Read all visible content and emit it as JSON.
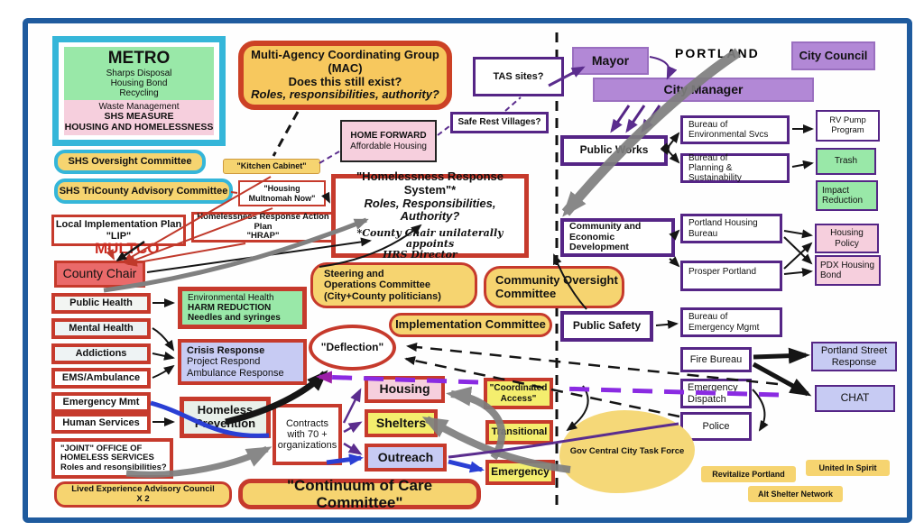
{
  "colors": {
    "outer_border": "#1f5b9e",
    "red_border": "#c63a2c",
    "cyan_border": "#35b6d9",
    "purple_border": "#552586",
    "purple_fill": "#b288d6",
    "gold_fill": "#f6d470",
    "bright_yellow": "#f4ee6e",
    "green_fill": "#99e8a8",
    "pink_fill": "#f6cfdd",
    "periwinkle_fill": "#c7cbf3",
    "multco_red": "#cc2b20"
  },
  "region_labels": {
    "multco": "MULTCO",
    "portland": "PORTLAND"
  },
  "metro": {
    "title": "METRO",
    "green_lines": [
      "Sharps Disposal",
      "Housing Bond",
      "Recycling"
    ],
    "pink_lines": [
      "Waste Management",
      "SHS MEASURE",
      "HOUSING AND HOMELESSNESS"
    ]
  },
  "nodes": {
    "shs_oversight": "SHS Oversight Committee",
    "shs_tricounty": "SHS TriCounty Advisory Committee",
    "kitchen_cabinet": "\"Kitchen Cabinet\"",
    "housing_multnomah": {
      "l1": "\"Housing",
      "l2": "Multnomah Now\""
    },
    "mac": {
      "l1": "Multi-Agency Coordinating Group",
      "l2": "(MAC)",
      "l3": "Does this still exist?",
      "l4": "Roles, responsibilities, authority?"
    },
    "home_forward": {
      "l1": "HOME FORWARD",
      "l2": "Affordable Housing"
    },
    "safe_rest": "Safe Rest Villages?",
    "tas_sites": "TAS sites?",
    "lip": {
      "l1": "Local Implementation Plan",
      "l2": "\"LIP\""
    },
    "hrap": {
      "l1": "Homelessness Response Action Plan",
      "l2": "\"HRAP\""
    },
    "hrs": {
      "l1": "\"Homelessness Response System\"*",
      "l2": "Roles, Responsibilities, Authority?",
      "l3": "*County Chair unilaterally appoints",
      "l4": "HRS Director"
    },
    "county_chair": "County Chair",
    "public_health": "Public Health",
    "mental_health": "Mental Health",
    "addictions": "Addictions",
    "ems": "EMS/Ambulance",
    "emergency_mmt": "Emergency Mmt",
    "human_services": "Human Services",
    "env_health": {
      "l1": "Environmental Health",
      "l2": "HARM  REDUCTION",
      "l3": "Needles and syringes"
    },
    "crisis": {
      "l1": "Crisis Response",
      "l2": "Project Respond",
      "l3": "Ambulance Response"
    },
    "homeless_prevention": {
      "l1": "Homeless",
      "l2": "Prevention"
    },
    "joint_office": {
      "l1": "\"JOINT\" OFFICE OF",
      "l2": "HOMELESS SERVICES",
      "l3": "Roles and resonsibilities?"
    },
    "lived_exp": {
      "l1": "Lived Experience Advisory Council",
      "l2": "X 2"
    },
    "continuum": "\"Continuum of Care Committee\"",
    "contracts": {
      "l1": "Contracts",
      "l2": "with  70 +",
      "l3": "organizations"
    },
    "deflection": "\"Deflection\"",
    "housing": "Housing",
    "shelters": "Shelters",
    "outreach": "Outreach",
    "steering": {
      "l1": "Steering and",
      "l2": "Operations Committee",
      "l3": "(City+County politicians)"
    },
    "community_oversight": {
      "l1": "Community Oversight",
      "l2": "Committee"
    },
    "implementation": "Implementation Committee",
    "coordinated_access": {
      "l1": "\"Coordinated",
      "l2": "Access\""
    },
    "transitional": "Transitional",
    "emergency": "Emergency",
    "mayor": "Mayor",
    "city_council": "City Council",
    "city_manager": "City Manager",
    "public_works": "Public Works",
    "bes": {
      "l1": "Bureau of",
      "l2": "Environmental Svcs"
    },
    "bps": {
      "l1": "Bureau of",
      "l2": "Planning & Sustainability"
    },
    "rv_pump": {
      "l1": "RV Pump",
      "l2": "Program"
    },
    "trash": "Trash",
    "impact": {
      "l1": "Impact",
      "l2": "Reduction"
    },
    "ced": {
      "l1": "Community and",
      "l2": "Economic Development"
    },
    "phb": {
      "l1": "Portland Housing",
      "l2": "Bureau"
    },
    "prosper": "Prosper Portland",
    "housing_policy": {
      "l1": "Housing",
      "l2": "Policy"
    },
    "pdx_bond": {
      "l1": "PDX Housing",
      "l2": "Bond"
    },
    "public_safety": "Public Safety",
    "bem": {
      "l1": "Bureau of",
      "l2": "Emergency Mgmt"
    },
    "fire": "Fire Bureau",
    "dispatch": {
      "l1": "Emergency",
      "l2": "Dispatch"
    },
    "police": "Police",
    "psr": {
      "l1": "Portland Street",
      "l2": "Response"
    },
    "chat": "CHAT",
    "gov_blob": "Gov Central City Task Force",
    "revitalize": "Revitalize Portland",
    "united": "United In Spirit",
    "alt_shelter": "Alt Shelter Network"
  }
}
